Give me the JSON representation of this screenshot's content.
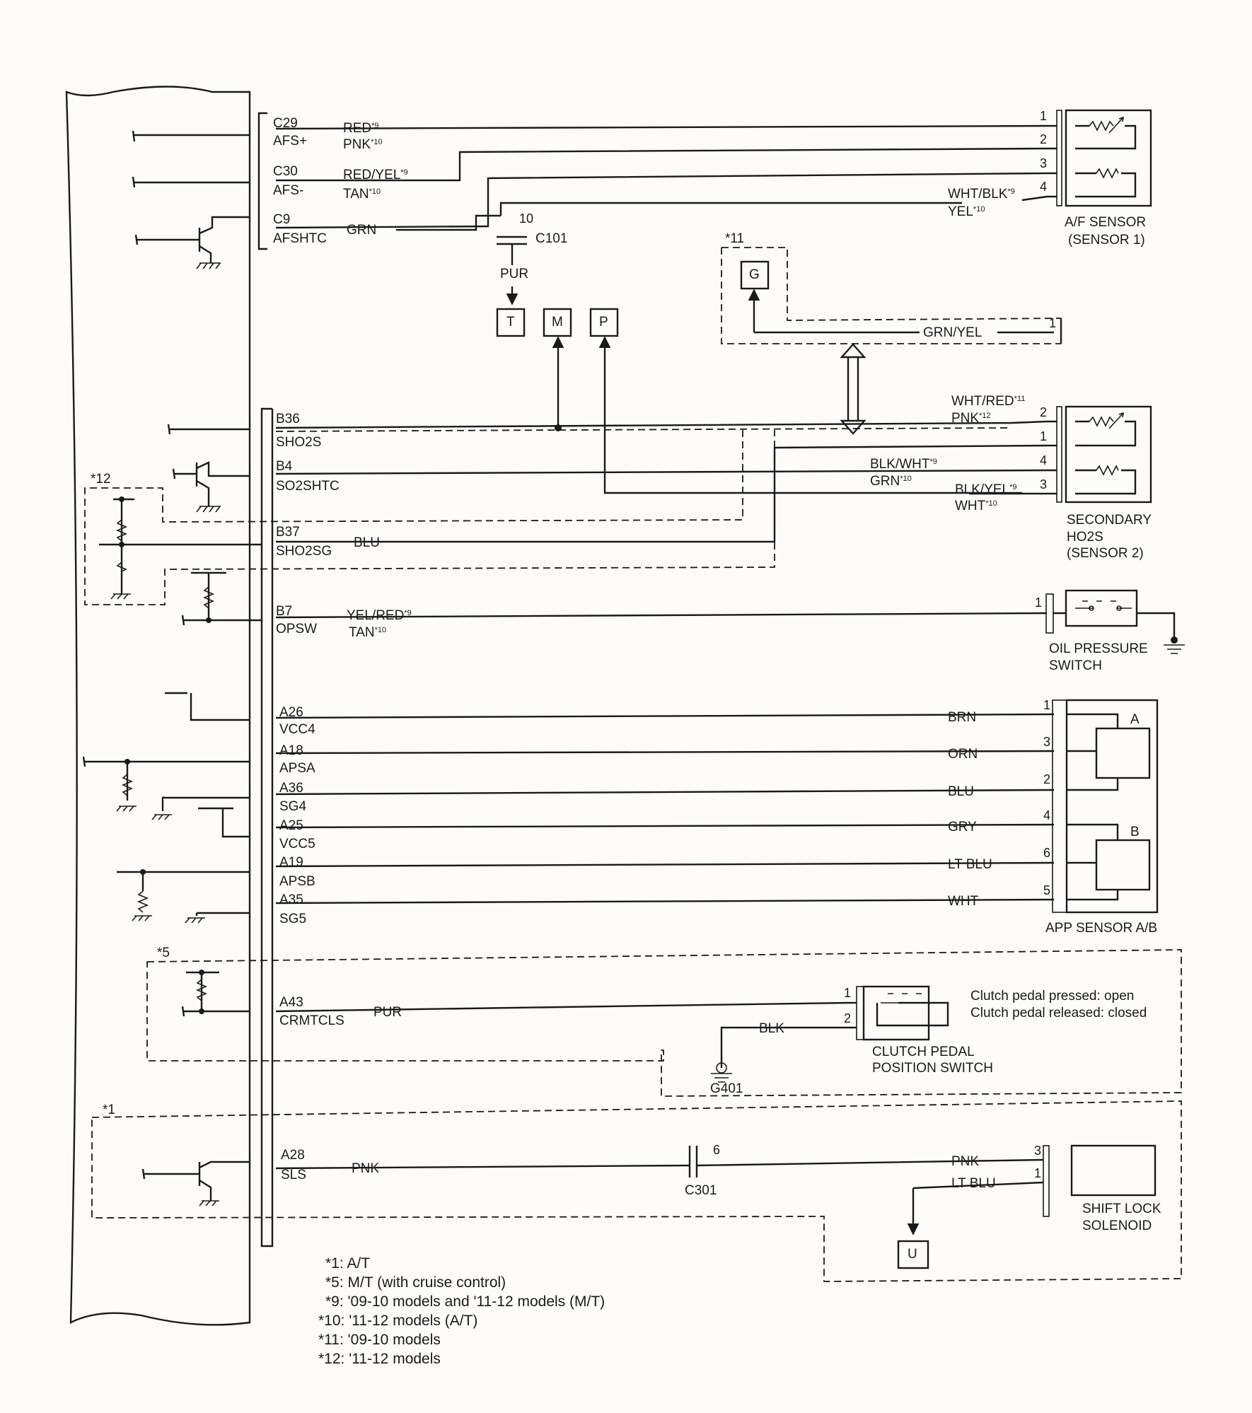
{
  "ecm_terminals": [
    {
      "code": "C29",
      "signal": "AFS+"
    },
    {
      "code": "C30",
      "signal": "AFS-"
    },
    {
      "code": "C9",
      "signal": "AFSHTC"
    },
    {
      "code": "B36",
      "signal": "SHO2S"
    },
    {
      "code": "B4",
      "signal": "SO2SHTC"
    },
    {
      "code": "B37",
      "signal": "SHO2SG"
    },
    {
      "code": "B7",
      "signal": "OPSW"
    },
    {
      "code": "A26",
      "signal": "VCC4"
    },
    {
      "code": "A18",
      "signal": "APSA"
    },
    {
      "code": "A36",
      "signal": "SG4"
    },
    {
      "code": "A25",
      "signal": "VCC5"
    },
    {
      "code": "A19",
      "signal": "APSB"
    },
    {
      "code": "A35",
      "signal": "SG5"
    },
    {
      "code": "A43",
      "signal": "CRMTCLS"
    },
    {
      "code": "A28",
      "signal": "SLS"
    }
  ],
  "wire_colors": {
    "c29_a": "RED",
    "c29_a_note": "*9",
    "c29_b": "PNK",
    "c29_b_note": "*10",
    "c30_a": "RED/YEL",
    "c30_a_note": "*9",
    "c30_b": "TAN",
    "c30_b_note": "*10",
    "c9": "GRN",
    "afs_pin4_a": "WHT/BLK",
    "afs_pin4_a_note": "*9",
    "afs_pin4_b": "YEL",
    "afs_pin4_b_note": "*10",
    "c101_out": "PUR",
    "g_wire": "GRN/YEL",
    "ho2s_pin2_a": "WHT/RED",
    "ho2s_pin2_a_note": "*11",
    "ho2s_pin2_b": "PNK",
    "ho2s_pin2_b_note": "*12",
    "ho2s_pin4_a": "BLK/WHT",
    "ho2s_pin4_a_note": "*9",
    "ho2s_pin4_b": "GRN",
    "ho2s_pin4_b_note": "*10",
    "ho2s_pin3_a": "BLK/YEL",
    "ho2s_pin3_a_note": "*9",
    "ho2s_pin3_b": "WHT",
    "ho2s_pin3_b_note": "*10",
    "b37": "BLU",
    "b7_a": "YEL/RED",
    "b7_a_note": "*9",
    "b7_b": "TAN",
    "b7_b_note": "*10",
    "a26": "BRN",
    "a18": "ORN",
    "a36": "BLU",
    "a25": "GRY",
    "a19": "LT BLU",
    "a35": "WHT",
    "a43": "PUR",
    "clutch_gnd": "BLK",
    "a28": "PNK",
    "a28_right": "PNK",
    "sol_pin1": "LT BLU"
  },
  "connectors": {
    "c101": "C101",
    "c101_pin": "10",
    "c301": "C301",
    "c301_pin": "6",
    "g401": "G401"
  },
  "ref_boxes": {
    "t": "T",
    "m": "M",
    "p": "P",
    "g": "G",
    "u": "U"
  },
  "pins": {
    "afs": [
      "1",
      "2",
      "3",
      "4"
    ],
    "g": "1",
    "ho2s": [
      "2",
      "1",
      "4",
      "3"
    ],
    "ops": "1",
    "app": [
      "1",
      "3",
      "2",
      "4",
      "6",
      "5"
    ],
    "clutch": [
      "1",
      "2"
    ],
    "sol": [
      "3",
      "1"
    ]
  },
  "components": {
    "afs_line1": "A/F SENSOR",
    "afs_line2": "(SENSOR 1)",
    "ho2s_line1": "SECONDARY",
    "ho2s_line2": "HO2S",
    "ho2s_line3": "(SENSOR 2)",
    "ops_line1": "OIL PRESSURE",
    "ops_line2": "SWITCH",
    "app": "APP SENSOR A/B",
    "app_a": "A",
    "app_b": "B",
    "cpp_line1": "CLUTCH PEDAL",
    "cpp_line2": "POSITION SWITCH",
    "sol_line1": "SHIFT LOCK",
    "sol_line2": "SOLENOID"
  },
  "clutch_notes": [
    "Clutch pedal pressed: open",
    "Clutch pedal released: closed"
  ],
  "variant_marks": {
    "m11": "*11",
    "m12": "*12",
    "m5": "*5",
    "m1": "*1"
  },
  "footnotes": [
    "*1: A/T",
    "*5: M/T (with cruise control)",
    "*9: '09-10 models and '11-12 models (M/T)",
    "*10: '11-12 models (A/T)",
    "*11: '09-10 models",
    "*12: '11-12 models"
  ]
}
